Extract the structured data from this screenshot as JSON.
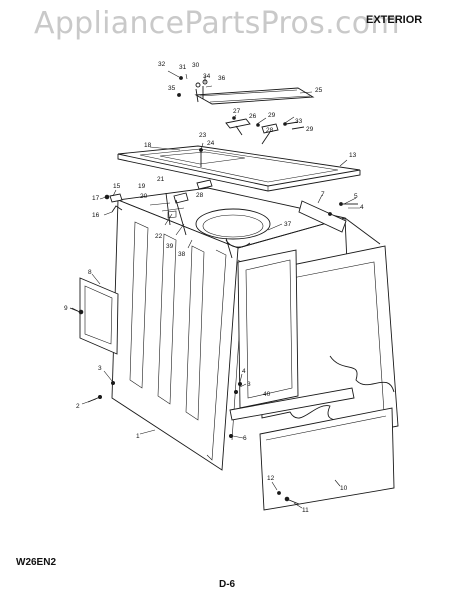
{
  "watermark": "AppliancePartsPros.com",
  "section_title": "EXTERIOR",
  "model_code": "W26EN2",
  "page_number": "D-6",
  "callouts": [
    {
      "id": "c32",
      "text": "32"
    },
    {
      "id": "c31",
      "text": "31"
    },
    {
      "id": "c30",
      "text": "30"
    },
    {
      "id": "c34",
      "text": "34"
    },
    {
      "id": "c36",
      "text": "36"
    },
    {
      "id": "c35",
      "text": "35"
    },
    {
      "id": "c25",
      "text": "25"
    },
    {
      "id": "c27",
      "text": "27"
    },
    {
      "id": "c26",
      "text": "26"
    },
    {
      "id": "c29a",
      "text": "29"
    },
    {
      "id": "c28a",
      "text": "28"
    },
    {
      "id": "c33",
      "text": "33"
    },
    {
      "id": "c29b",
      "text": "29"
    },
    {
      "id": "c23",
      "text": "23"
    },
    {
      "id": "c24",
      "text": "24"
    },
    {
      "id": "c18",
      "text": "18"
    },
    {
      "id": "c13",
      "text": "13"
    },
    {
      "id": "c28b",
      "text": "28"
    },
    {
      "id": "c21",
      "text": "21"
    },
    {
      "id": "c19",
      "text": "19"
    },
    {
      "id": "c20",
      "text": "20"
    },
    {
      "id": "c15",
      "text": "15"
    },
    {
      "id": "c17",
      "text": "17"
    },
    {
      "id": "c16",
      "text": "16"
    },
    {
      "id": "c7",
      "text": "7"
    },
    {
      "id": "c5",
      "text": "5"
    },
    {
      "id": "c4a",
      "text": "4"
    },
    {
      "id": "c37",
      "text": "37"
    },
    {
      "id": "c22",
      "text": "22"
    },
    {
      "id": "c39",
      "text": "39"
    },
    {
      "id": "c38",
      "text": "38"
    },
    {
      "id": "c8",
      "text": "8"
    },
    {
      "id": "c9",
      "text": "9"
    },
    {
      "id": "c4b",
      "text": "4"
    },
    {
      "id": "c3a",
      "text": "3"
    },
    {
      "id": "c3b",
      "text": "3"
    },
    {
      "id": "c2",
      "text": "2"
    },
    {
      "id": "c40",
      "text": "40"
    },
    {
      "id": "c1",
      "text": "1"
    },
    {
      "id": "c6",
      "text": "6"
    },
    {
      "id": "c12",
      "text": "12"
    },
    {
      "id": "c10",
      "text": "10"
    },
    {
      "id": "c11",
      "text": "11"
    }
  ]
}
